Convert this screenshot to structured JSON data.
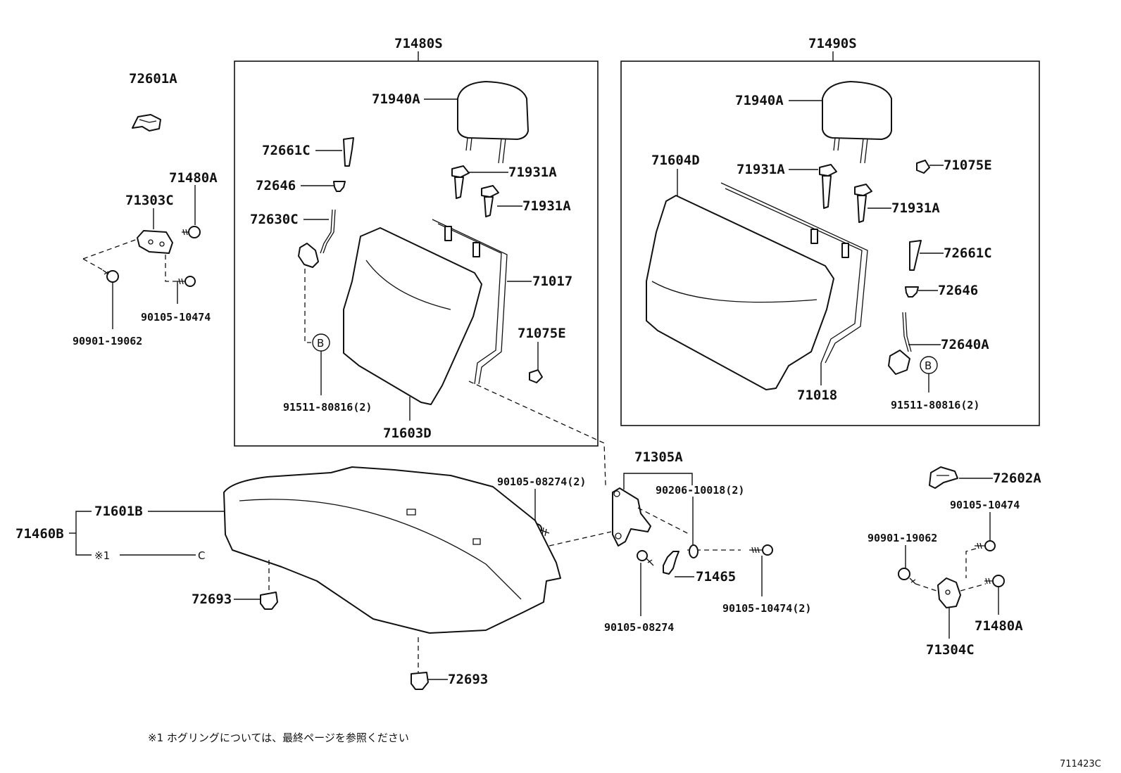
{
  "groups": {
    "left_assembly": "71480S",
    "right_assembly": "71490S",
    "cushion_set": "71460B"
  },
  "parts": {
    "p72601A": "72601A",
    "p71480A_l": "71480A",
    "p71303C": "71303C",
    "p90105_10474_l": "90105-10474",
    "p90901_19062_l": "90901-19062",
    "p71940A_l": "71940A",
    "p72661C_l": "72661C",
    "p72646_l": "72646",
    "p72630C": "72630C",
    "p71931A_l1": "71931A",
    "p71931A_l2": "71931A",
    "p71017": "71017",
    "p71075E_l": "71075E",
    "p91511_l": "91511-80816(2)",
    "p71603D": "71603D",
    "p71940A_r": "71940A",
    "p71604D": "71604D",
    "p71931A_r1": "71931A",
    "p71075E_r": "71075E",
    "p71931A_r2": "71931A",
    "p72661C_r": "72661C",
    "p72646_r": "72646",
    "p72640A": "72640A",
    "p71018": "71018",
    "p91511_r": "91511-80816(2)",
    "p71305A": "71305A",
    "p90105_08274_2": "90105-08274(2)",
    "p90206_10018": "90206-10018(2)",
    "p71601B": "71601B",
    "p_note_ref": "※1",
    "p_note_c": "C",
    "p71465": "71465",
    "p90105_10474_2": "90105-10474(2)",
    "p90105_08274": "90105-08274",
    "p72693_a": "72693",
    "p72693_b": "72693",
    "p72602A": "72602A",
    "p90105_10474_r": "90105-10474",
    "p90901_19062_r": "90901-19062",
    "p71480A_r": "71480A",
    "p71304C": "71304C"
  },
  "markers": {
    "b_left": "B",
    "b_right": "B"
  },
  "footnote": "※1  ホグリングについては、最終ページを参照ください",
  "diagram_id": "711423C"
}
